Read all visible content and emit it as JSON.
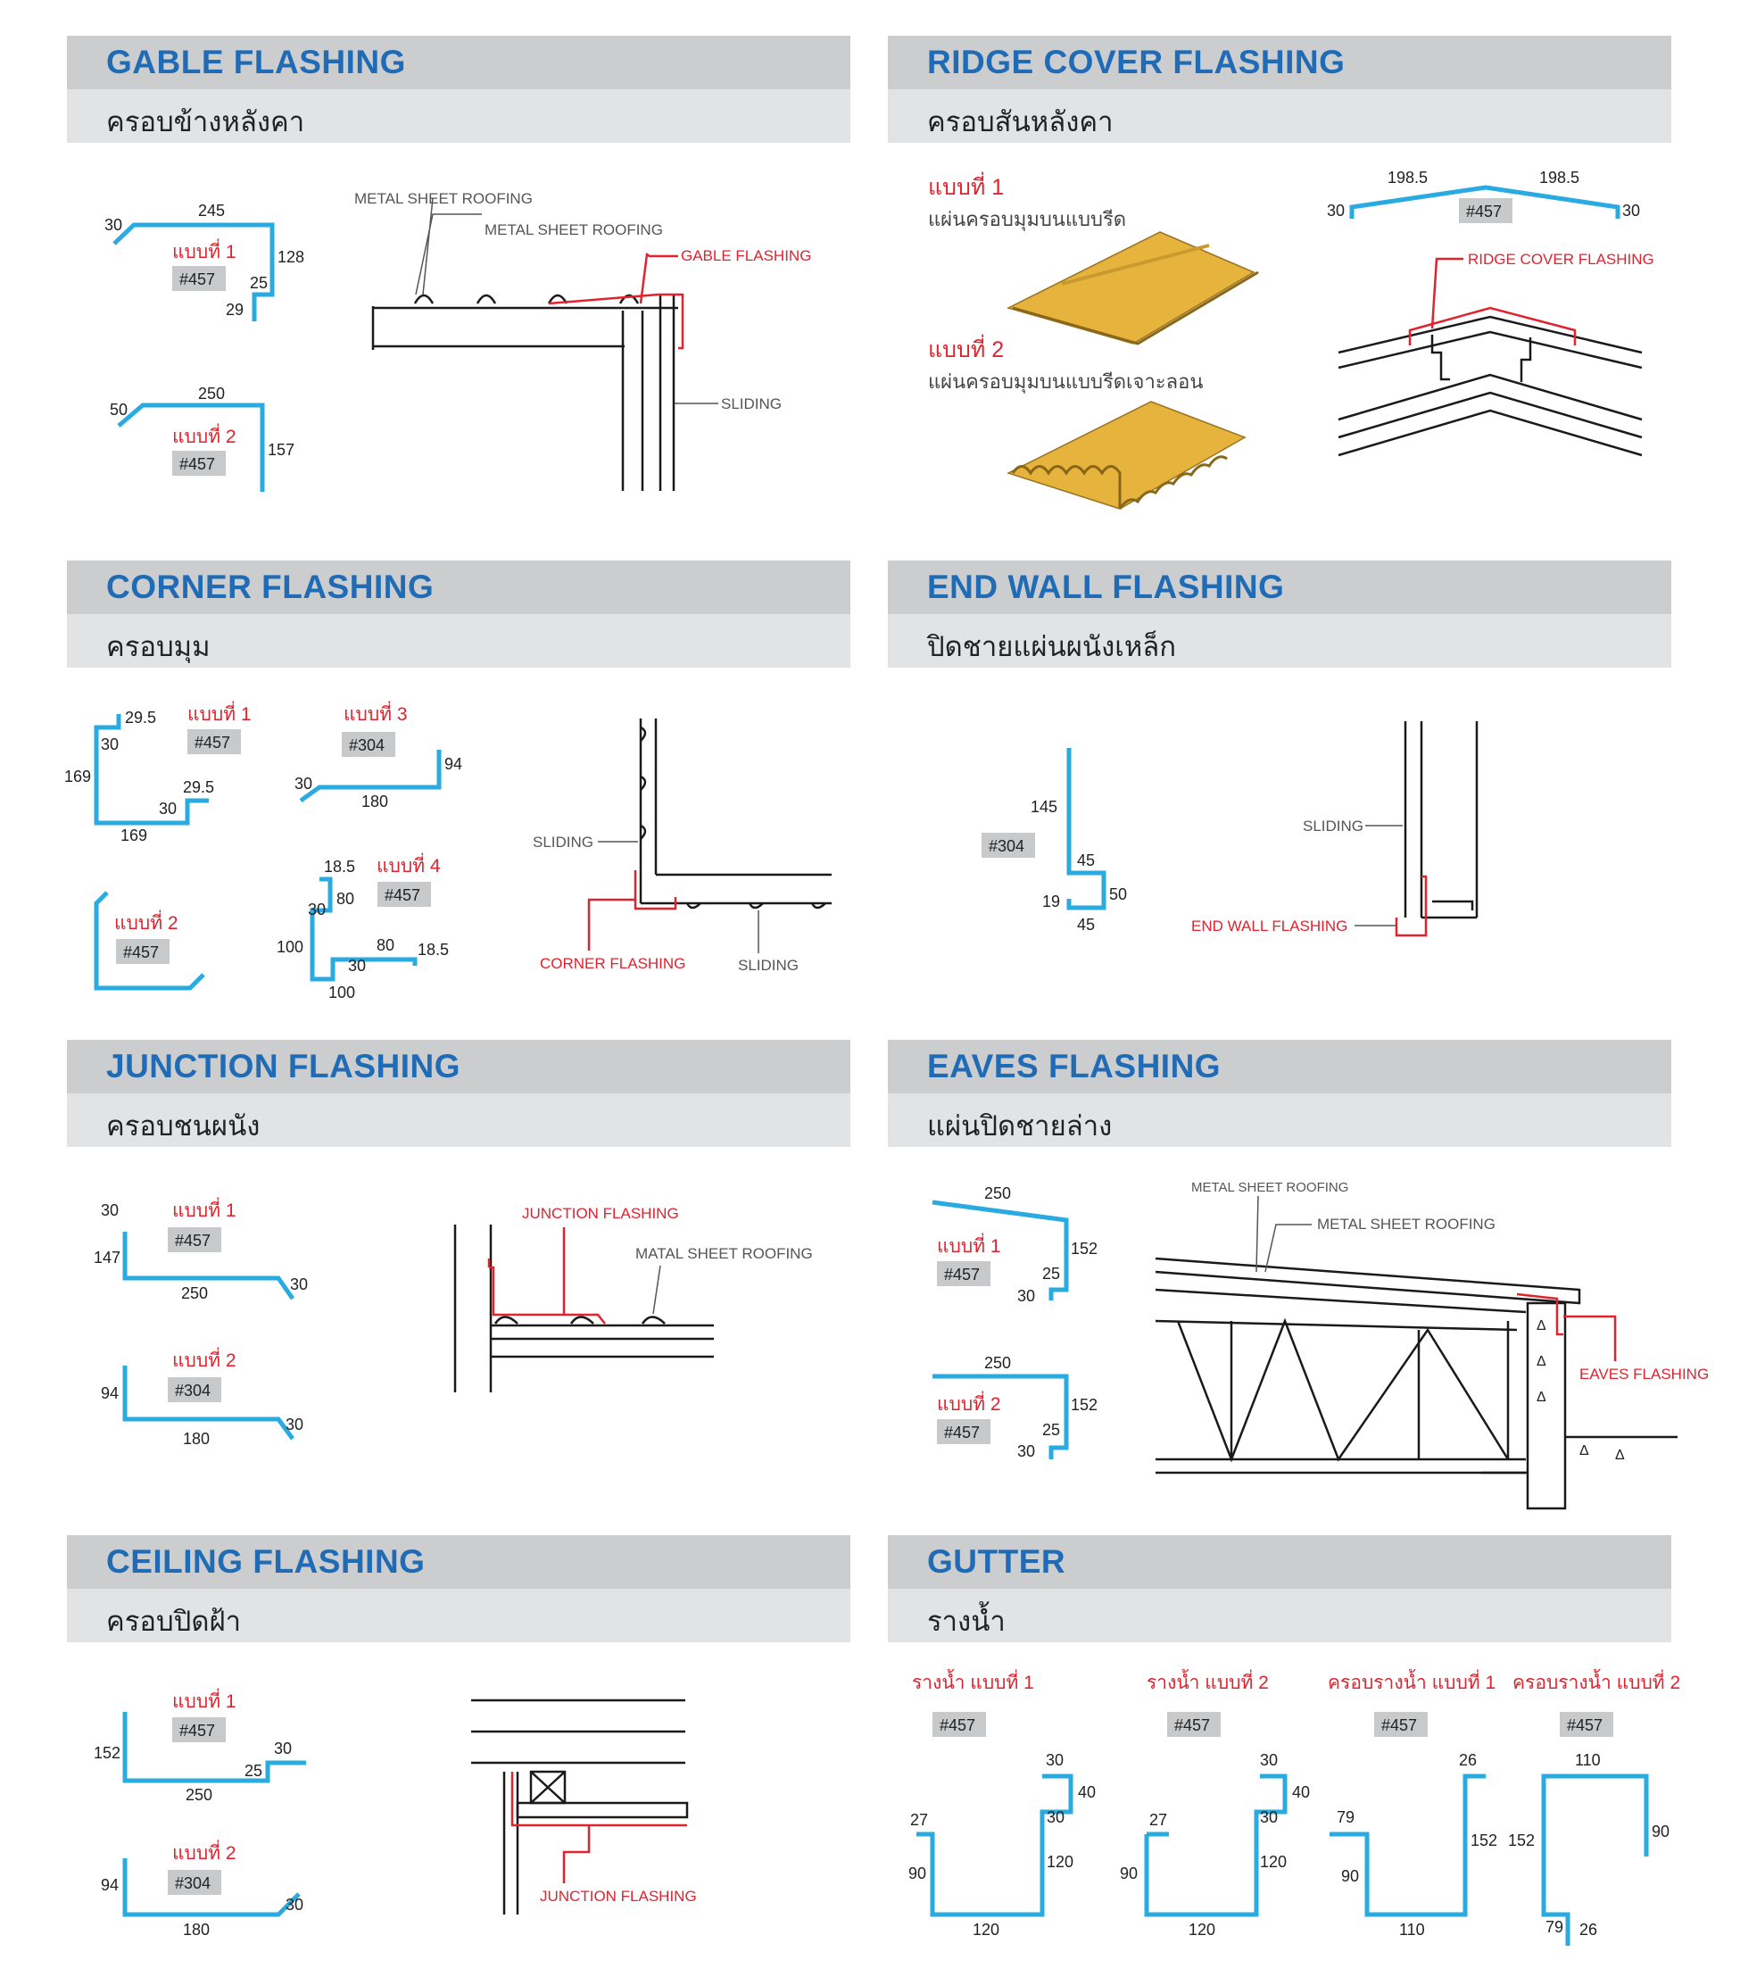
{
  "sections": {
    "gable": {
      "title": "GABLE FLASHING",
      "subtitle": "ครอบข้างหลังคา"
    },
    "ridge": {
      "title": "RIDGE COVER FLASHING",
      "subtitle": "ครอบสันหลังคา"
    },
    "corner": {
      "title": "CORNER FLASHING",
      "subtitle": "ครอบมุม"
    },
    "endwall": {
      "title": "END WALL FLASHING",
      "subtitle": "ปิดชายแผ่นผนังเหล็ก"
    },
    "junction": {
      "title": "JUNCTION FLASHING",
      "subtitle": "ครอบชนผนัง"
    },
    "eaves": {
      "title": "EAVES FLASHING",
      "subtitle": "แผ่นปิดชายล่าง"
    },
    "ceiling": {
      "title": "CEILING FLASHING",
      "subtitle": "ครอบปิดฝ้า"
    },
    "gutter": {
      "title": "GUTTER",
      "subtitle": "รางน้ำ"
    }
  },
  "types": {
    "t1": "แบบที่ 1",
    "t2": "แบบที่ 2",
    "t3": "แบบที่ 3",
    "t4": "แบบที่ 4"
  },
  "codes": {
    "c457": "#457",
    "c304": "#304"
  },
  "labels": {
    "metal_sheet_roofing": "METAL SHEET ROOFING",
    "matal_sheet_roofing": "MATAL SHEET ROOFING",
    "gable_flashing": "GABLE FLASHING",
    "sliding": "SLIDING",
    "ridge_cover_flashing": "RIDGE COVER FLASHING",
    "corner_flashing": "CORNER FLASHING",
    "end_wall_flashing": "END WALL FLASHING",
    "junction_flashing": "JUNCTION FLASHING",
    "eaves_flashing": "EAVES FLASHING"
  },
  "ridge_desc": {
    "d1": "แผ่นครอบมุมบนแบบรีด",
    "d2": "แผ่นครอบมุมบนแบบรีดเจาะลอน"
  },
  "gutter_types": {
    "g1": "รางน้ำ แบบที่ 1",
    "g2": "รางน้ำ แบบที่ 2",
    "g3": "ครอบรางน้ำ แบบที่ 1",
    "g4": "ครอบรางน้ำ แบบที่ 2"
  },
  "dims": {
    "gable1": {
      "a": "30",
      "b": "245",
      "c": "128",
      "d": "25",
      "e": "29"
    },
    "gable2": {
      "a": "50",
      "b": "250",
      "c": "157"
    },
    "ridge": {
      "a": "198.5",
      "b": "198.5",
      "c": "30",
      "d": "30"
    },
    "corner1": {
      "a": "29.5",
      "b": "30",
      "c": "169",
      "d": "29.5",
      "e": "30",
      "f": "169"
    },
    "corner3": {
      "a": "30",
      "b": "180",
      "c": "94"
    },
    "corner4": {
      "a": "18.5",
      "b": "80",
      "c": "30",
      "d": "100",
      "e": "80",
      "f": "18.5",
      "g": "30",
      "h": "100"
    },
    "endwall": {
      "a": "145",
      "b": "45",
      "c": "50",
      "d": "19",
      "e": "45"
    },
    "junction1": {
      "a": "30",
      "b": "147",
      "c": "250",
      "d": "30"
    },
    "junction2": {
      "a": "94",
      "b": "180",
      "c": "30"
    },
    "eaves1": {
      "a": "250",
      "b": "152",
      "c": "25",
      "d": "30"
    },
    "eaves2": {
      "a": "250",
      "b": "152",
      "c": "25",
      "d": "30"
    },
    "ceiling1": {
      "a": "152",
      "b": "250",
      "c": "25",
      "d": "30"
    },
    "ceiling2": {
      "a": "94",
      "b": "180",
      "c": "30"
    },
    "gut1": {
      "a": "30",
      "b": "40",
      "c": "27",
      "d": "30",
      "e": "90",
      "f": "120",
      "g": "120"
    },
    "gut2": {
      "a": "30",
      "b": "40",
      "c": "27",
      "d": "30",
      "e": "90",
      "f": "120",
      "g": "120"
    },
    "gut3": {
      "a": "26",
      "b": "79",
      "c": "152",
      "d": "90",
      "e": "110"
    },
    "gut4": {
      "a": "110",
      "b": "152",
      "c": "90",
      "d": "79",
      "e": "26"
    }
  }
}
